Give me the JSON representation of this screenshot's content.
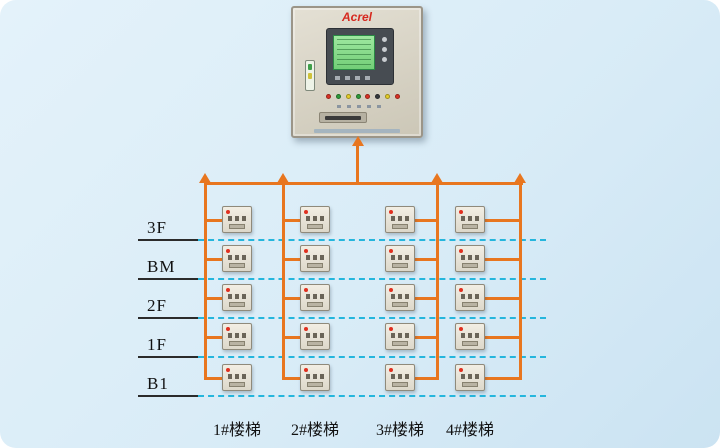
{
  "colors": {
    "background": "#d9ecf7",
    "line_orange": "#e8761f",
    "floor_dash": "#25b6dd",
    "brand_red": "#d6281e",
    "lcd_green": "#9fe8a0",
    "cabinet_beige": "#d8d3c5",
    "device_beige": "#ece8dd"
  },
  "cabinet": {
    "brand": "Acrel"
  },
  "floors": [
    "3F",
    "BM",
    "2F",
    "1F",
    "B1"
  ],
  "stairs": [
    "1#楼梯",
    "2#楼梯",
    "3#楼梯",
    "4#楼梯"
  ],
  "grid": {
    "rows": 5,
    "cols": 4
  },
  "icons": {
    "up_arrow": "▲",
    "alarm_led": "●"
  }
}
